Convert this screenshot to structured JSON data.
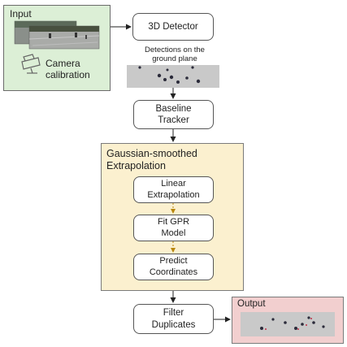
{
  "input_panel": {
    "title": "Input",
    "camera_label": "Camera\ncalibration"
  },
  "detector": {
    "label": "3D Detector"
  },
  "detections_caption": "Detections on the\nground plane",
  "baseline": {
    "label": "Baseline\nTracker"
  },
  "gaussian_panel": {
    "title": "Gaussian-smoothed\nExtrapolation",
    "steps": [
      {
        "label": "Linear\nExtrapolation"
      },
      {
        "label": "Fit GPR\nModel"
      },
      {
        "label": "Predict\nCoordinates"
      }
    ]
  },
  "filter": {
    "label": "Filter\nDuplicates"
  },
  "output_panel": {
    "title": "Output"
  },
  "colors": {
    "input_bg": "#dcefd6",
    "gaussian_bg": "#fbf0cf",
    "output_bg": "#f2cfcf",
    "inner_arrow": "#b8860b"
  },
  "icons": [
    "camera-icon",
    "camera-frames-image",
    "ground-plane-detections-image",
    "output-tracks-image"
  ]
}
